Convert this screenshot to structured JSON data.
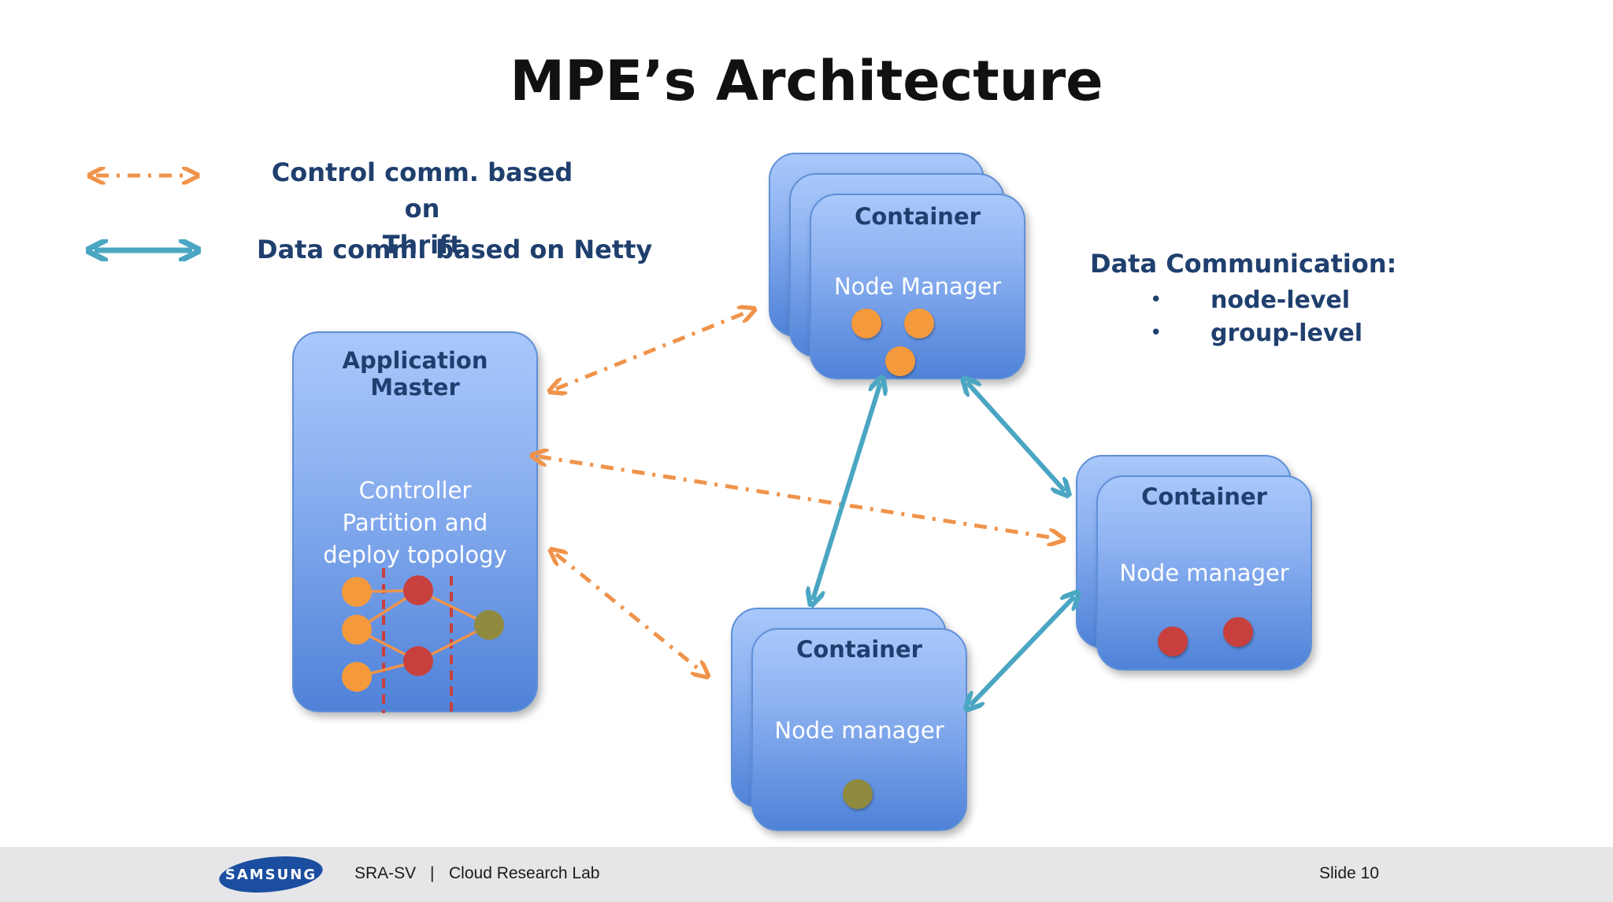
{
  "title": "MPE’s Architecture",
  "legend": {
    "control_line1": "Control comm. based on",
    "control_line2": "Thrift",
    "data": "Data comm. based on Netty"
  },
  "app_master": {
    "title": "Application Master",
    "line1": "Controller",
    "line2": "Partition and",
    "line3": "deploy topology"
  },
  "container_top": {
    "title": "Container",
    "sub": "Node Manager"
  },
  "container_right": {
    "title": "Container",
    "sub": "Node manager"
  },
  "container_bottom": {
    "title": "Container",
    "sub": "Node manager"
  },
  "data_comm": {
    "title": "Data Communication:",
    "items": [
      "node-level",
      "group-level"
    ],
    "bullet": "•"
  },
  "footer": {
    "logo": "SAMSUNG",
    "org": "SRA-SV",
    "separator": "|",
    "lab": "Cloud Research Lab",
    "slide": "Slide 10"
  },
  "colors": {
    "control_arrow": "#f0934a",
    "data_arrow": "#4aa6c2",
    "orange_dot": "#f49a3c",
    "red_dot": "#c7403e",
    "olive_dot": "#8f8a3e",
    "text_dark_blue": "#1f3f6e",
    "samsung_blue": "#1b4ea0"
  }
}
